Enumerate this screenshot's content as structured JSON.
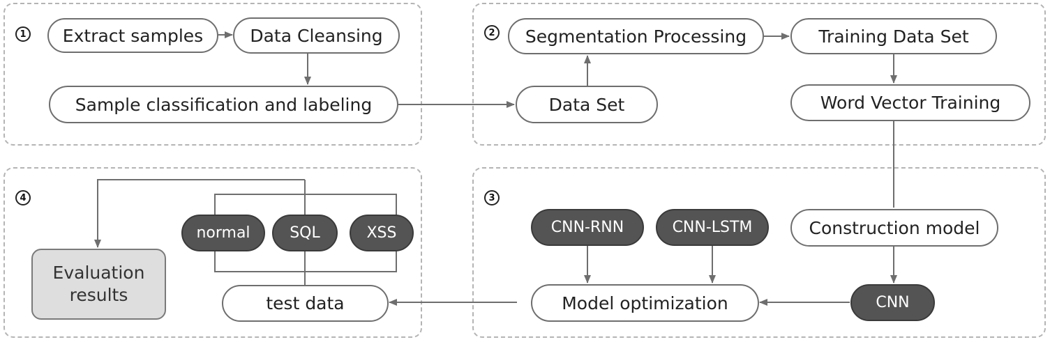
{
  "panels": {
    "p1": "1",
    "p2": "2",
    "p3": "3",
    "p4": "4"
  },
  "nodes": {
    "extract_samples": "Extract samples",
    "data_cleansing": "Data Cleansing",
    "sample_classification": "Sample classification and labeling",
    "segmentation_processing": "Segmentation Processing",
    "training_data_set": "Training Data Set",
    "data_set": "Data Set",
    "word_vector_training": "Word Vector Training",
    "construction_model": "Construction model",
    "cnn_rnn": "CNN-RNN",
    "cnn_lstm": "CNN-LSTM",
    "cnn": "CNN",
    "model_optimization": "Model optimization",
    "test_data": "test data",
    "normal": "normal",
    "sql": "SQL",
    "xss": "XSS",
    "evaluation_results": "Evaluation results"
  },
  "colors": {
    "arrow": "#6e6e6e",
    "dark_node": "#545454",
    "eval_fill": "#dedede",
    "panel_border": "#b4b4b4"
  }
}
